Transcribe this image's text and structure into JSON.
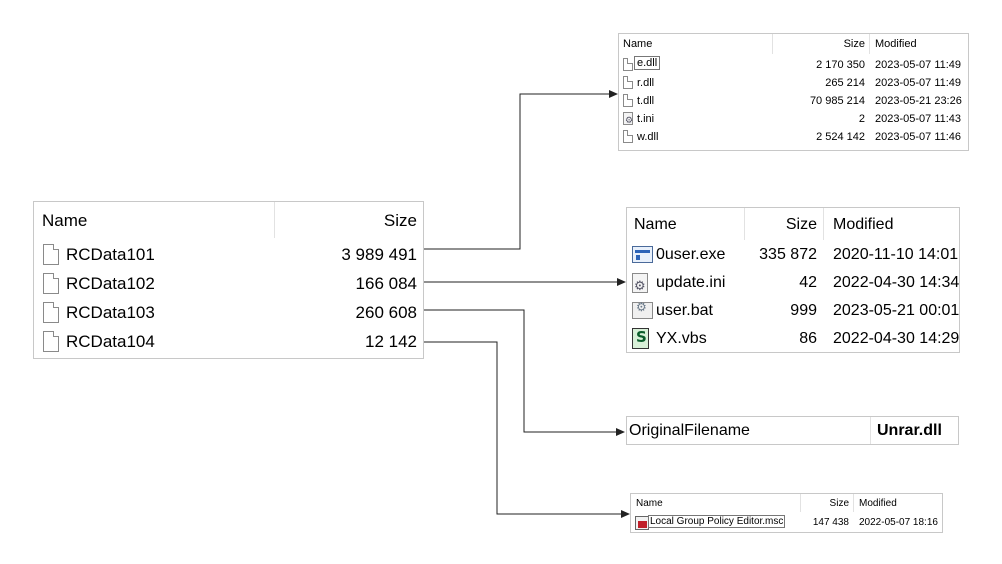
{
  "resources_table": {
    "headers": {
      "name": "Name",
      "size": "Size"
    },
    "rows": [
      {
        "name": "RCData101",
        "size": "3 989 491",
        "icon": "file-icon"
      },
      {
        "name": "RCData102",
        "size": "166 084",
        "icon": "file-icon"
      },
      {
        "name": "RCData103",
        "size": "260 608",
        "icon": "file-icon"
      },
      {
        "name": "RCData104",
        "size": "12 142",
        "icon": "file-icon"
      }
    ]
  },
  "dll_table": {
    "headers": {
      "name": "Name",
      "size": "Size",
      "modified": "Modified"
    },
    "rows": [
      {
        "name": "e.dll",
        "size": "2 170 350",
        "modified": "2023-05-07 11:49",
        "icon": "dll-file-icon"
      },
      {
        "name": "r.dll",
        "size": "265 214",
        "modified": "2023-05-07 11:49",
        "icon": "dll-file-icon"
      },
      {
        "name": "t.dll",
        "size": "70 985 214",
        "modified": "2023-05-21 23:26",
        "icon": "dll-file-icon"
      },
      {
        "name": "t.ini",
        "size": "2",
        "modified": "2023-05-07 11:43",
        "icon": "ini-settings-icon"
      },
      {
        "name": "w.dll",
        "size": "2 524 142",
        "modified": "2023-05-07 11:46",
        "icon": "dll-file-icon"
      }
    ]
  },
  "exe_table": {
    "headers": {
      "name": "Name",
      "size": "Size",
      "modified": "Modified"
    },
    "rows": [
      {
        "name": "0user.exe",
        "size": "335 872",
        "modified": "2020-11-10 14:01",
        "icon": "exe-window-icon"
      },
      {
        "name": "update.ini",
        "size": "42",
        "modified": "2022-04-30 14:34",
        "icon": "ini-settings-icon"
      },
      {
        "name": "user.bat",
        "size": "999",
        "modified": "2023-05-21 00:01",
        "icon": "bat-gear-icon"
      },
      {
        "name": "YX.vbs",
        "size": "86",
        "modified": "2022-04-30 14:29",
        "icon": "vbs-script-icon"
      }
    ]
  },
  "version_info": {
    "key": "OriginalFilename",
    "value": "Unrar.dll"
  },
  "msc_table": {
    "headers": {
      "name": "Name",
      "size": "Size",
      "modified": "Modified"
    },
    "rows": [
      {
        "name": "Local Group Policy Editor.msc",
        "size": "147 438",
        "modified": "2022-05-07 18:16",
        "icon": "msc-console-icon"
      }
    ]
  },
  "colors": {
    "border": "#c8c8c8",
    "connector": "#222222",
    "header_separator": "#e2e2e2"
  }
}
